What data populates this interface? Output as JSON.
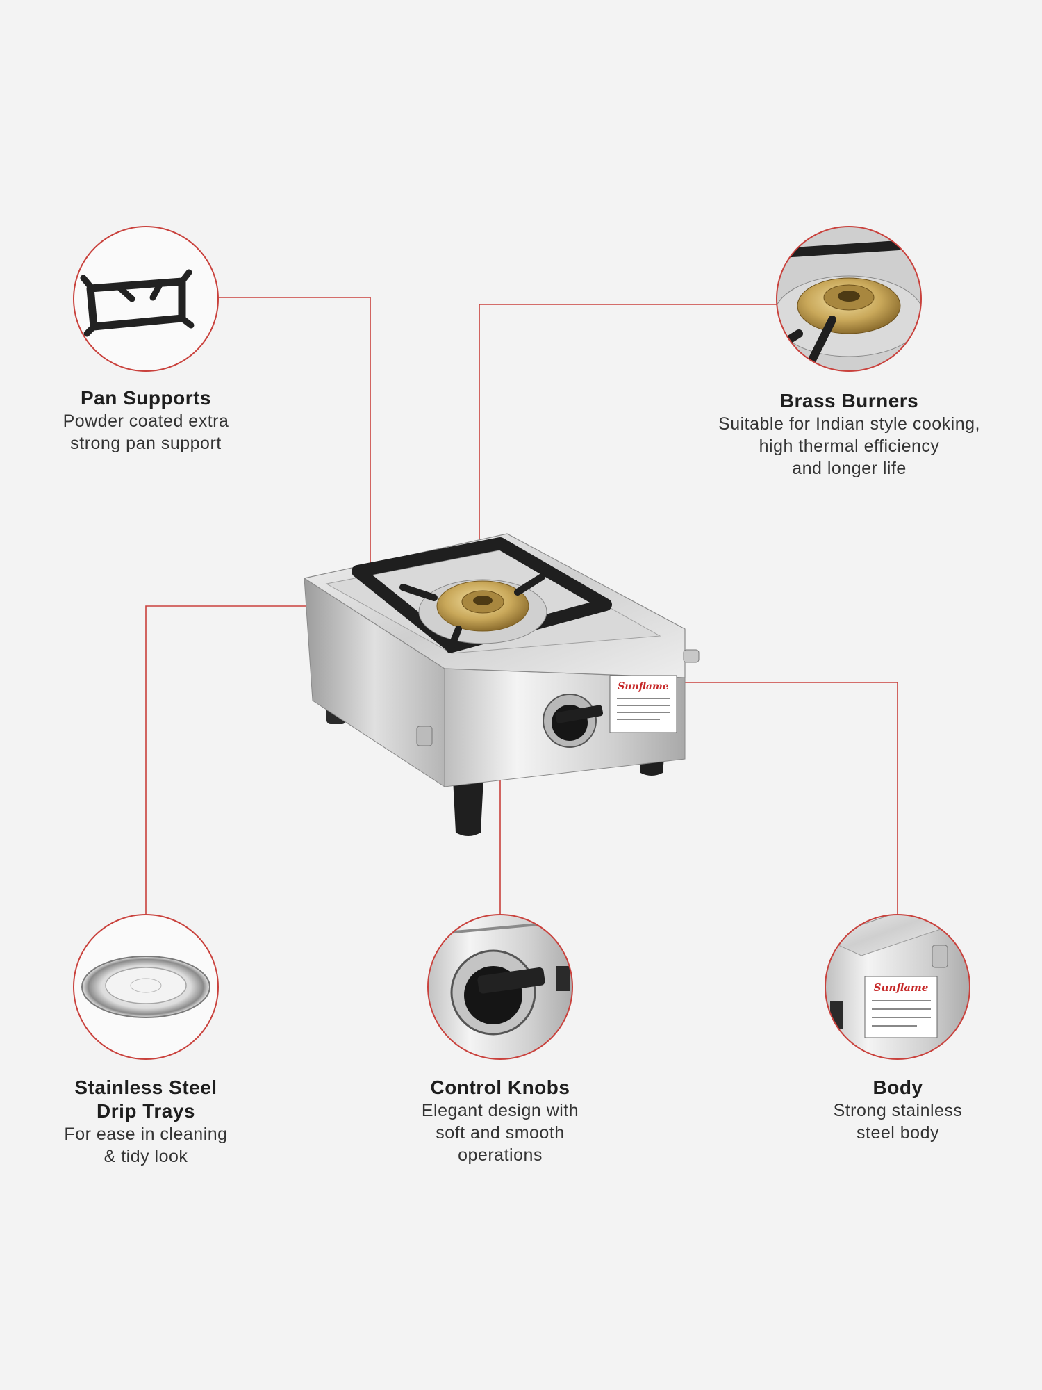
{
  "brand": "Sunflame",
  "colors": {
    "background": "#f3f3f3",
    "callout_line": "#c9413c",
    "circle_stroke": "#c9413c",
    "brass": "#c9a85a",
    "steel": "#d8d8d8",
    "black_part": "#1f1f1f"
  },
  "features": {
    "pan_supports": {
      "title": "Pan Supports",
      "desc": "Powder coated extra\nstrong pan support",
      "icon": "pan-support-icon"
    },
    "brass_burners": {
      "title": "Brass Burners",
      "desc": "Suitable for Indian style cooking,\nhigh thermal efficiency\nand longer life",
      "icon": "brass-burner-icon"
    },
    "drip_trays": {
      "title": "Stainless Steel\nDrip Trays",
      "desc": "For ease in cleaning\n& tidy look",
      "icon": "drip-tray-icon"
    },
    "control_knobs": {
      "title": "Control Knobs",
      "desc": "Elegant design with\nsoft and smooth\noperations",
      "icon": "control-knob-icon"
    },
    "body": {
      "title": "Body",
      "desc": "Strong stainless\nsteel body",
      "icon": "stove-body-icon"
    }
  }
}
